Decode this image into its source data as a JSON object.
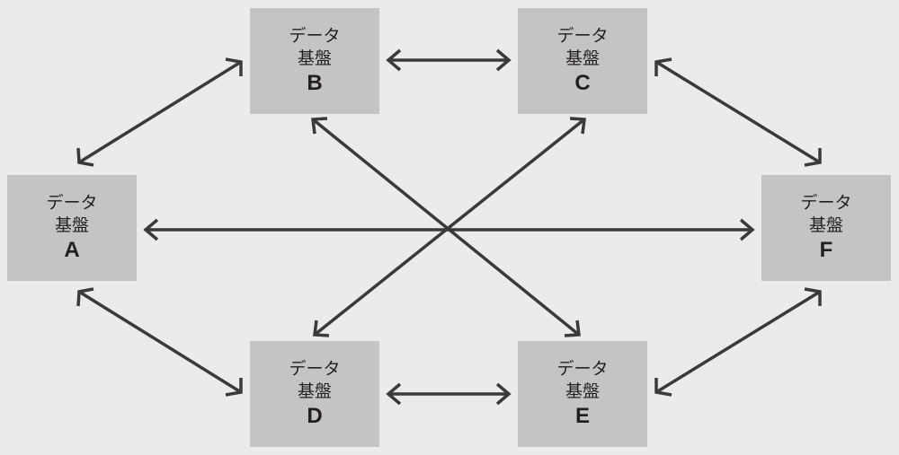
{
  "nodes": {
    "A": {
      "line1": "データ",
      "line2": "基盤",
      "letter": "A"
    },
    "B": {
      "line1": "データ",
      "line2": "基盤",
      "letter": "B"
    },
    "C": {
      "line1": "データ",
      "line2": "基盤",
      "letter": "C"
    },
    "D": {
      "line1": "データ",
      "line2": "基盤",
      "letter": "D"
    },
    "E": {
      "line1": "データ",
      "line2": "基盤",
      "letter": "E"
    },
    "F": {
      "line1": "データ",
      "line2": "基盤",
      "letter": "F"
    }
  },
  "connections": [
    {
      "from": "A",
      "to": "B"
    },
    {
      "from": "B",
      "to": "C"
    },
    {
      "from": "C",
      "to": "F"
    },
    {
      "from": "A",
      "to": "F"
    },
    {
      "from": "B",
      "to": "E"
    },
    {
      "from": "C",
      "to": "D"
    },
    {
      "from": "A",
      "to": "D"
    },
    {
      "from": "D",
      "to": "E"
    },
    {
      "from": "E",
      "to": "F"
    }
  ],
  "colors": {
    "background": "#ebebeb",
    "node_fill": "#c4c4c4",
    "text": "#231f20",
    "arrow": "#3a3a3a"
  }
}
